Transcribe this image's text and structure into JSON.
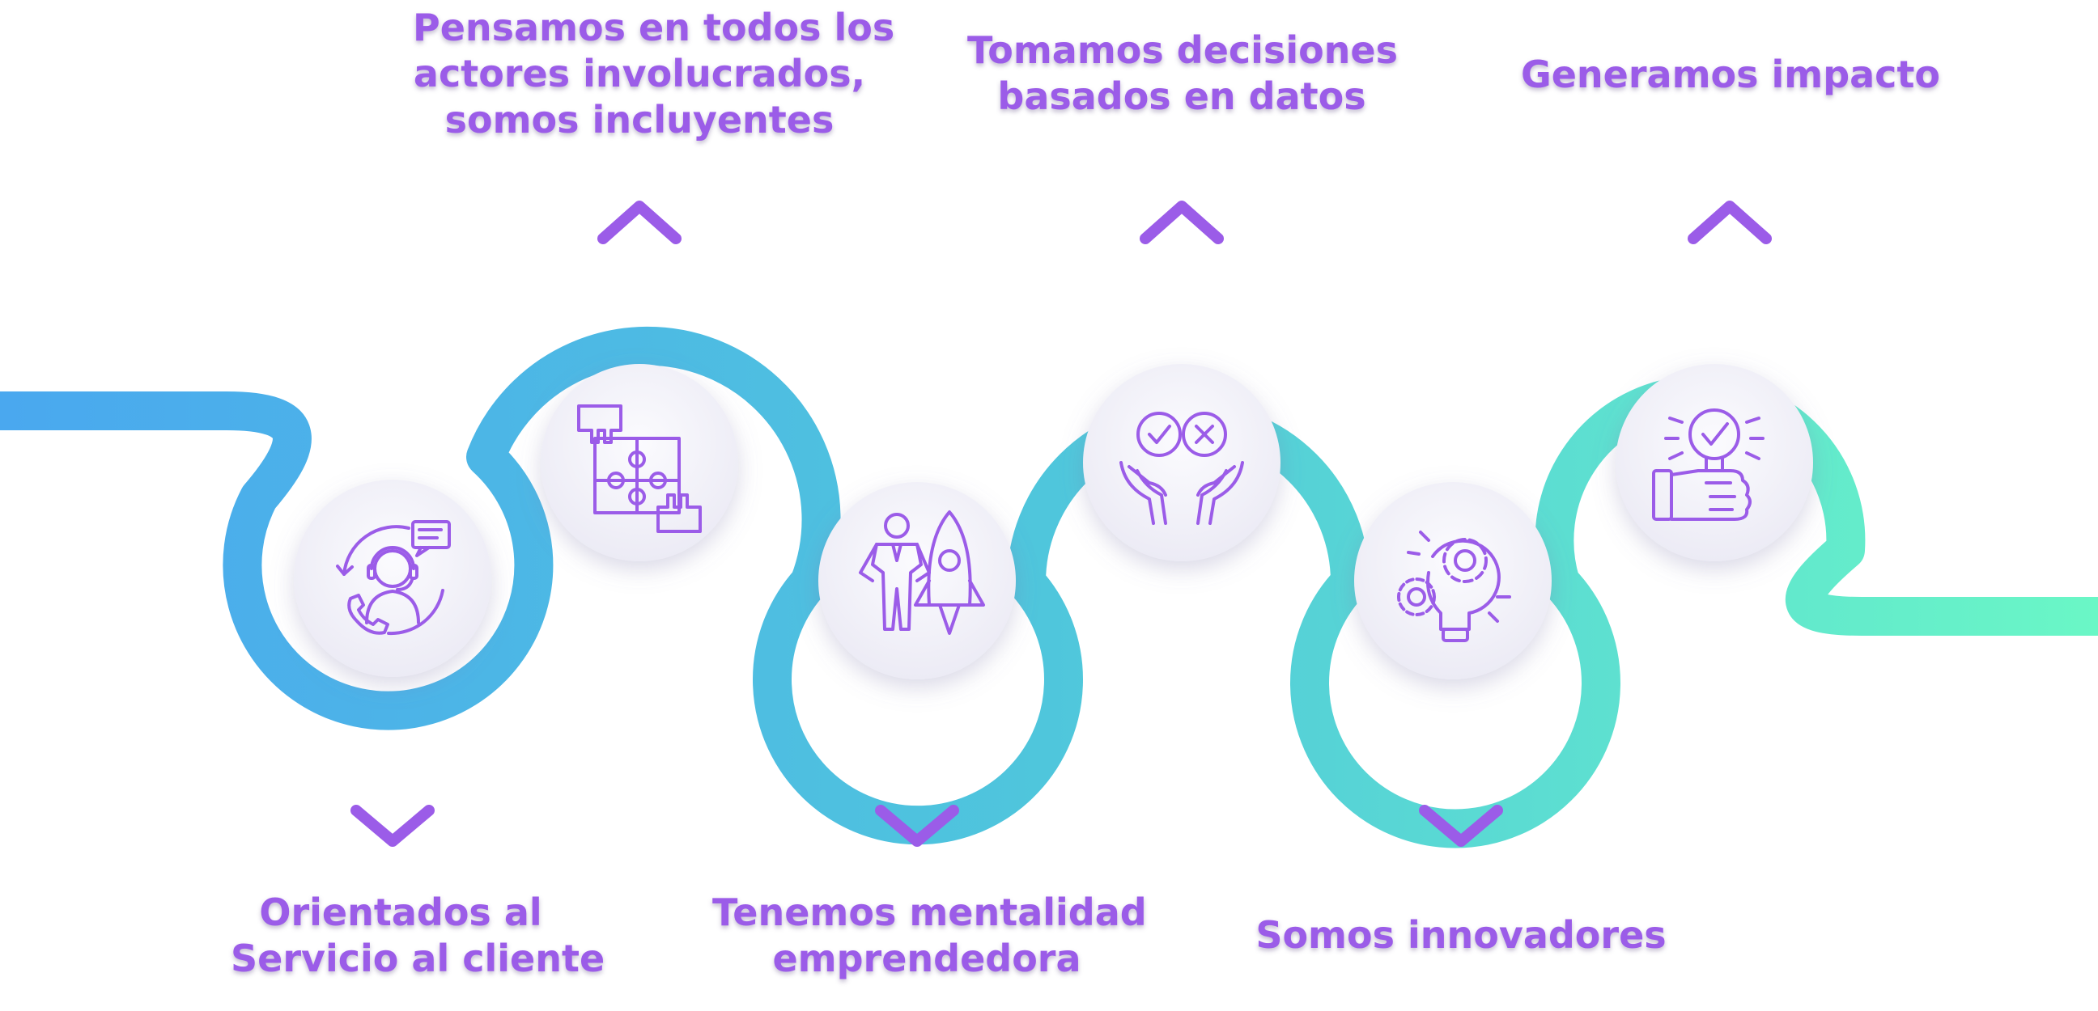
{
  "colors": {
    "path_start": "#4aa8ef",
    "path_mid": "#4fc6dc",
    "path_end": "#6af7c6",
    "accent": "#9b5ce8",
    "circle_fill": "#f6f5fc"
  },
  "steps": [
    {
      "id": "s1",
      "lines": [
        "Orientados al",
        "Servicio al cliente"
      ],
      "icon": "customer-service-icon",
      "position": "bottom"
    },
    {
      "id": "s2",
      "lines": [
        "Pensamos en todos los",
        "actores involucrados,",
        "somos incluyentes"
      ],
      "icon": "puzzle-icon",
      "position": "top"
    },
    {
      "id": "s3",
      "lines": [
        "Tenemos mentalidad",
        "emprendedora"
      ],
      "icon": "entrepreneur-rocket-icon",
      "position": "bottom"
    },
    {
      "id": "s4",
      "lines": [
        "Tomamos decisiones",
        "basados en datos"
      ],
      "icon": "decision-hands-icon",
      "position": "top"
    },
    {
      "id": "s5",
      "lines": [
        "Somos innovadores"
      ],
      "icon": "innovation-bulb-gear-icon",
      "position": "bottom"
    },
    {
      "id": "s6",
      "lines": [
        "Generamos impacto"
      ],
      "icon": "impact-fist-icon",
      "position": "top"
    }
  ]
}
